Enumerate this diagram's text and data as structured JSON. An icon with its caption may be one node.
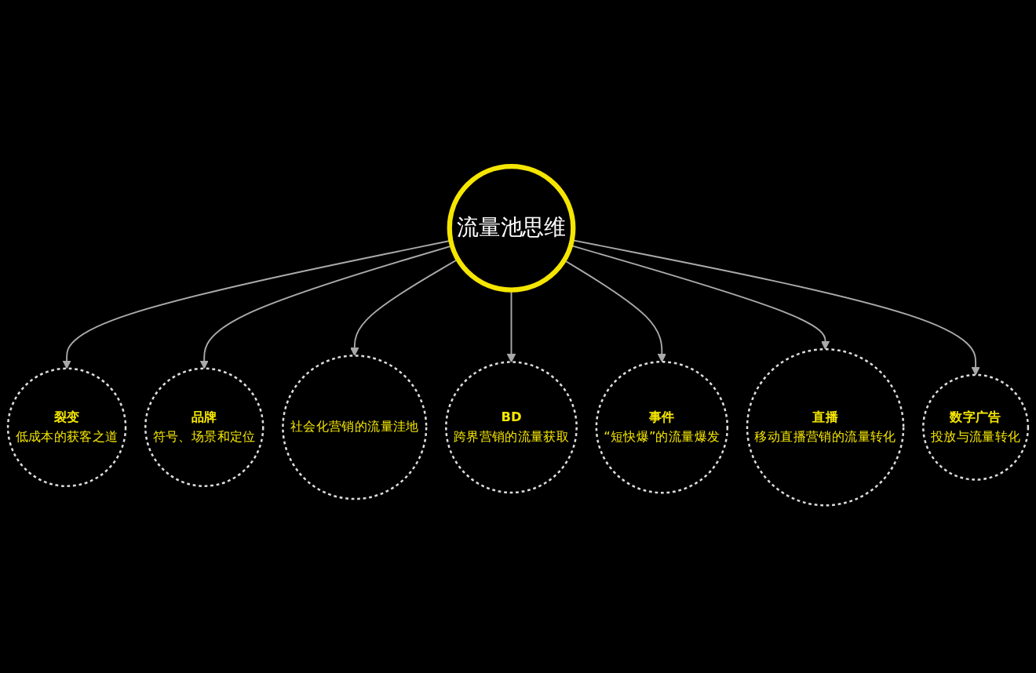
{
  "diagram": {
    "nodes": [
      {
        "text": [
          "裂变",
          "低成本的获客之道"
        ]
      },
      {
        "text": [
          "品牌",
          "符号、场景和定位"
        ]
      },
      {
        "text": [
          "社会化营销的流量洼地"
        ]
      },
      {
        "text": [
          "流量池思维"
        ]
      },
      {
        "text": [
          "BD",
          "跨界营销的流量获取"
        ]
      },
      {
        "text": [
          "事件",
          "“短快爆”的流量爆发"
        ]
      },
      {
        "text": [
          "直播",
          "移动直播营销的流量转化"
        ]
      },
      {
        "text": [
          "数字广告",
          "投放与流量转化"
        ]
      }
    ],
    "edges": [
      {
        "from": 3,
        "to": 0,
        "arrow": "to"
      },
      {
        "from": 3,
        "to": 1,
        "arrow": "to"
      },
      {
        "from": 3,
        "to": 2,
        "arrow": "to"
      },
      {
        "from": 3,
        "to": 4,
        "arrow": "to"
      },
      {
        "from": 3,
        "to": 5,
        "arrow": "to"
      },
      {
        "from": 3,
        "to": 6,
        "arrow": "to"
      },
      {
        "from": 3,
        "to": 7,
        "arrow": "to"
      }
    ]
  }
}
